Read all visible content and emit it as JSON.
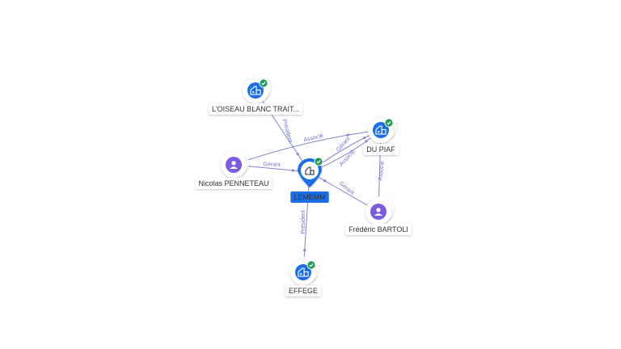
{
  "colors": {
    "edge_blue": "#7a86c8",
    "edge_purple": "#8a7fd6",
    "company_blue": "#1a6ee8",
    "person_purple": "#7b5ce0",
    "check_green": "#1f9a55",
    "label_bg": "#ffffff",
    "center_label_bg": "#1a6ee8"
  },
  "nodes": [
    {
      "id": "lememm",
      "label": "LEMEMM",
      "kind": "company",
      "central": true,
      "verified": true,
      "icon": "building-icon"
    },
    {
      "id": "oiseau",
      "label": "L'OISEAU BLANC TRAIT...",
      "kind": "company",
      "verified": true,
      "icon": "building-icon"
    },
    {
      "id": "dupiaf",
      "label": "DU PIAF",
      "kind": "company",
      "verified": true,
      "icon": "building-icon"
    },
    {
      "id": "nicolas",
      "label": "Nicolas PENNETEAU",
      "kind": "person",
      "verified": false,
      "icon": "person-icon"
    },
    {
      "id": "frederic",
      "label": "Frédéric BARTOLI",
      "kind": "person",
      "verified": false,
      "icon": "person-icon"
    },
    {
      "id": "effege",
      "label": "EFFEGE",
      "kind": "company",
      "verified": true,
      "icon": "building-icon"
    }
  ],
  "edges": [
    {
      "from": "oiseau",
      "to": "lememm",
      "label": "Président"
    },
    {
      "from": "nicolas",
      "to": "lememm",
      "label": "Gérant"
    },
    {
      "from": "nicolas",
      "to": "dupiaf",
      "label": "Associé"
    },
    {
      "from": "lememm",
      "to": "dupiaf",
      "label": "Gérant"
    },
    {
      "from": "lememm",
      "to": "dupiaf",
      "label": "Associé"
    },
    {
      "from": "frederic",
      "to": "lememm",
      "label": "Gérant"
    },
    {
      "from": "frederic",
      "to": "dupiaf",
      "label": "Associé"
    },
    {
      "from": "lememm",
      "to": "effege",
      "label": "Président"
    }
  ]
}
